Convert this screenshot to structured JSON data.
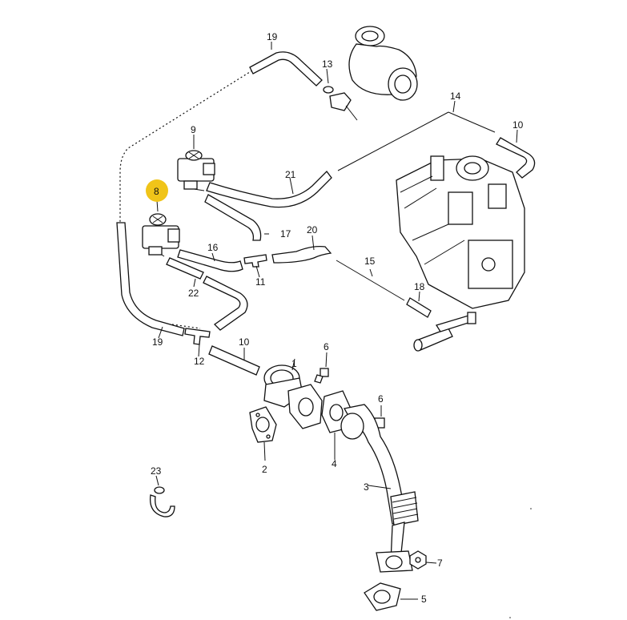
{
  "highlight_color": "#f0c419",
  "parts": [
    {
      "id": "p1",
      "label": "1"
    },
    {
      "id": "p2",
      "label": "2"
    },
    {
      "id": "p3",
      "label": "3"
    },
    {
      "id": "p4",
      "label": "4"
    },
    {
      "id": "p5",
      "label": "5"
    },
    {
      "id": "p6a",
      "label": "6"
    },
    {
      "id": "p6b",
      "label": "6"
    },
    {
      "id": "p7",
      "label": "7"
    },
    {
      "id": "p8",
      "label": "8",
      "highlighted": true
    },
    {
      "id": "p9",
      "label": "9"
    },
    {
      "id": "p10a",
      "label": "10"
    },
    {
      "id": "p10b",
      "label": "10"
    },
    {
      "id": "p11",
      "label": "11"
    },
    {
      "id": "p12",
      "label": "12"
    },
    {
      "id": "p13",
      "label": "13"
    },
    {
      "id": "p14",
      "label": "14"
    },
    {
      "id": "p15",
      "label": "15"
    },
    {
      "id": "p16",
      "label": "16"
    },
    {
      "id": "p17",
      "label": "17"
    },
    {
      "id": "p18",
      "label": "18"
    },
    {
      "id": "p19a",
      "label": "19"
    },
    {
      "id": "p19b",
      "label": "19"
    },
    {
      "id": "p20",
      "label": "20"
    },
    {
      "id": "p21",
      "label": "21"
    },
    {
      "id": "p22",
      "label": "22"
    },
    {
      "id": "p23",
      "label": "23"
    }
  ]
}
